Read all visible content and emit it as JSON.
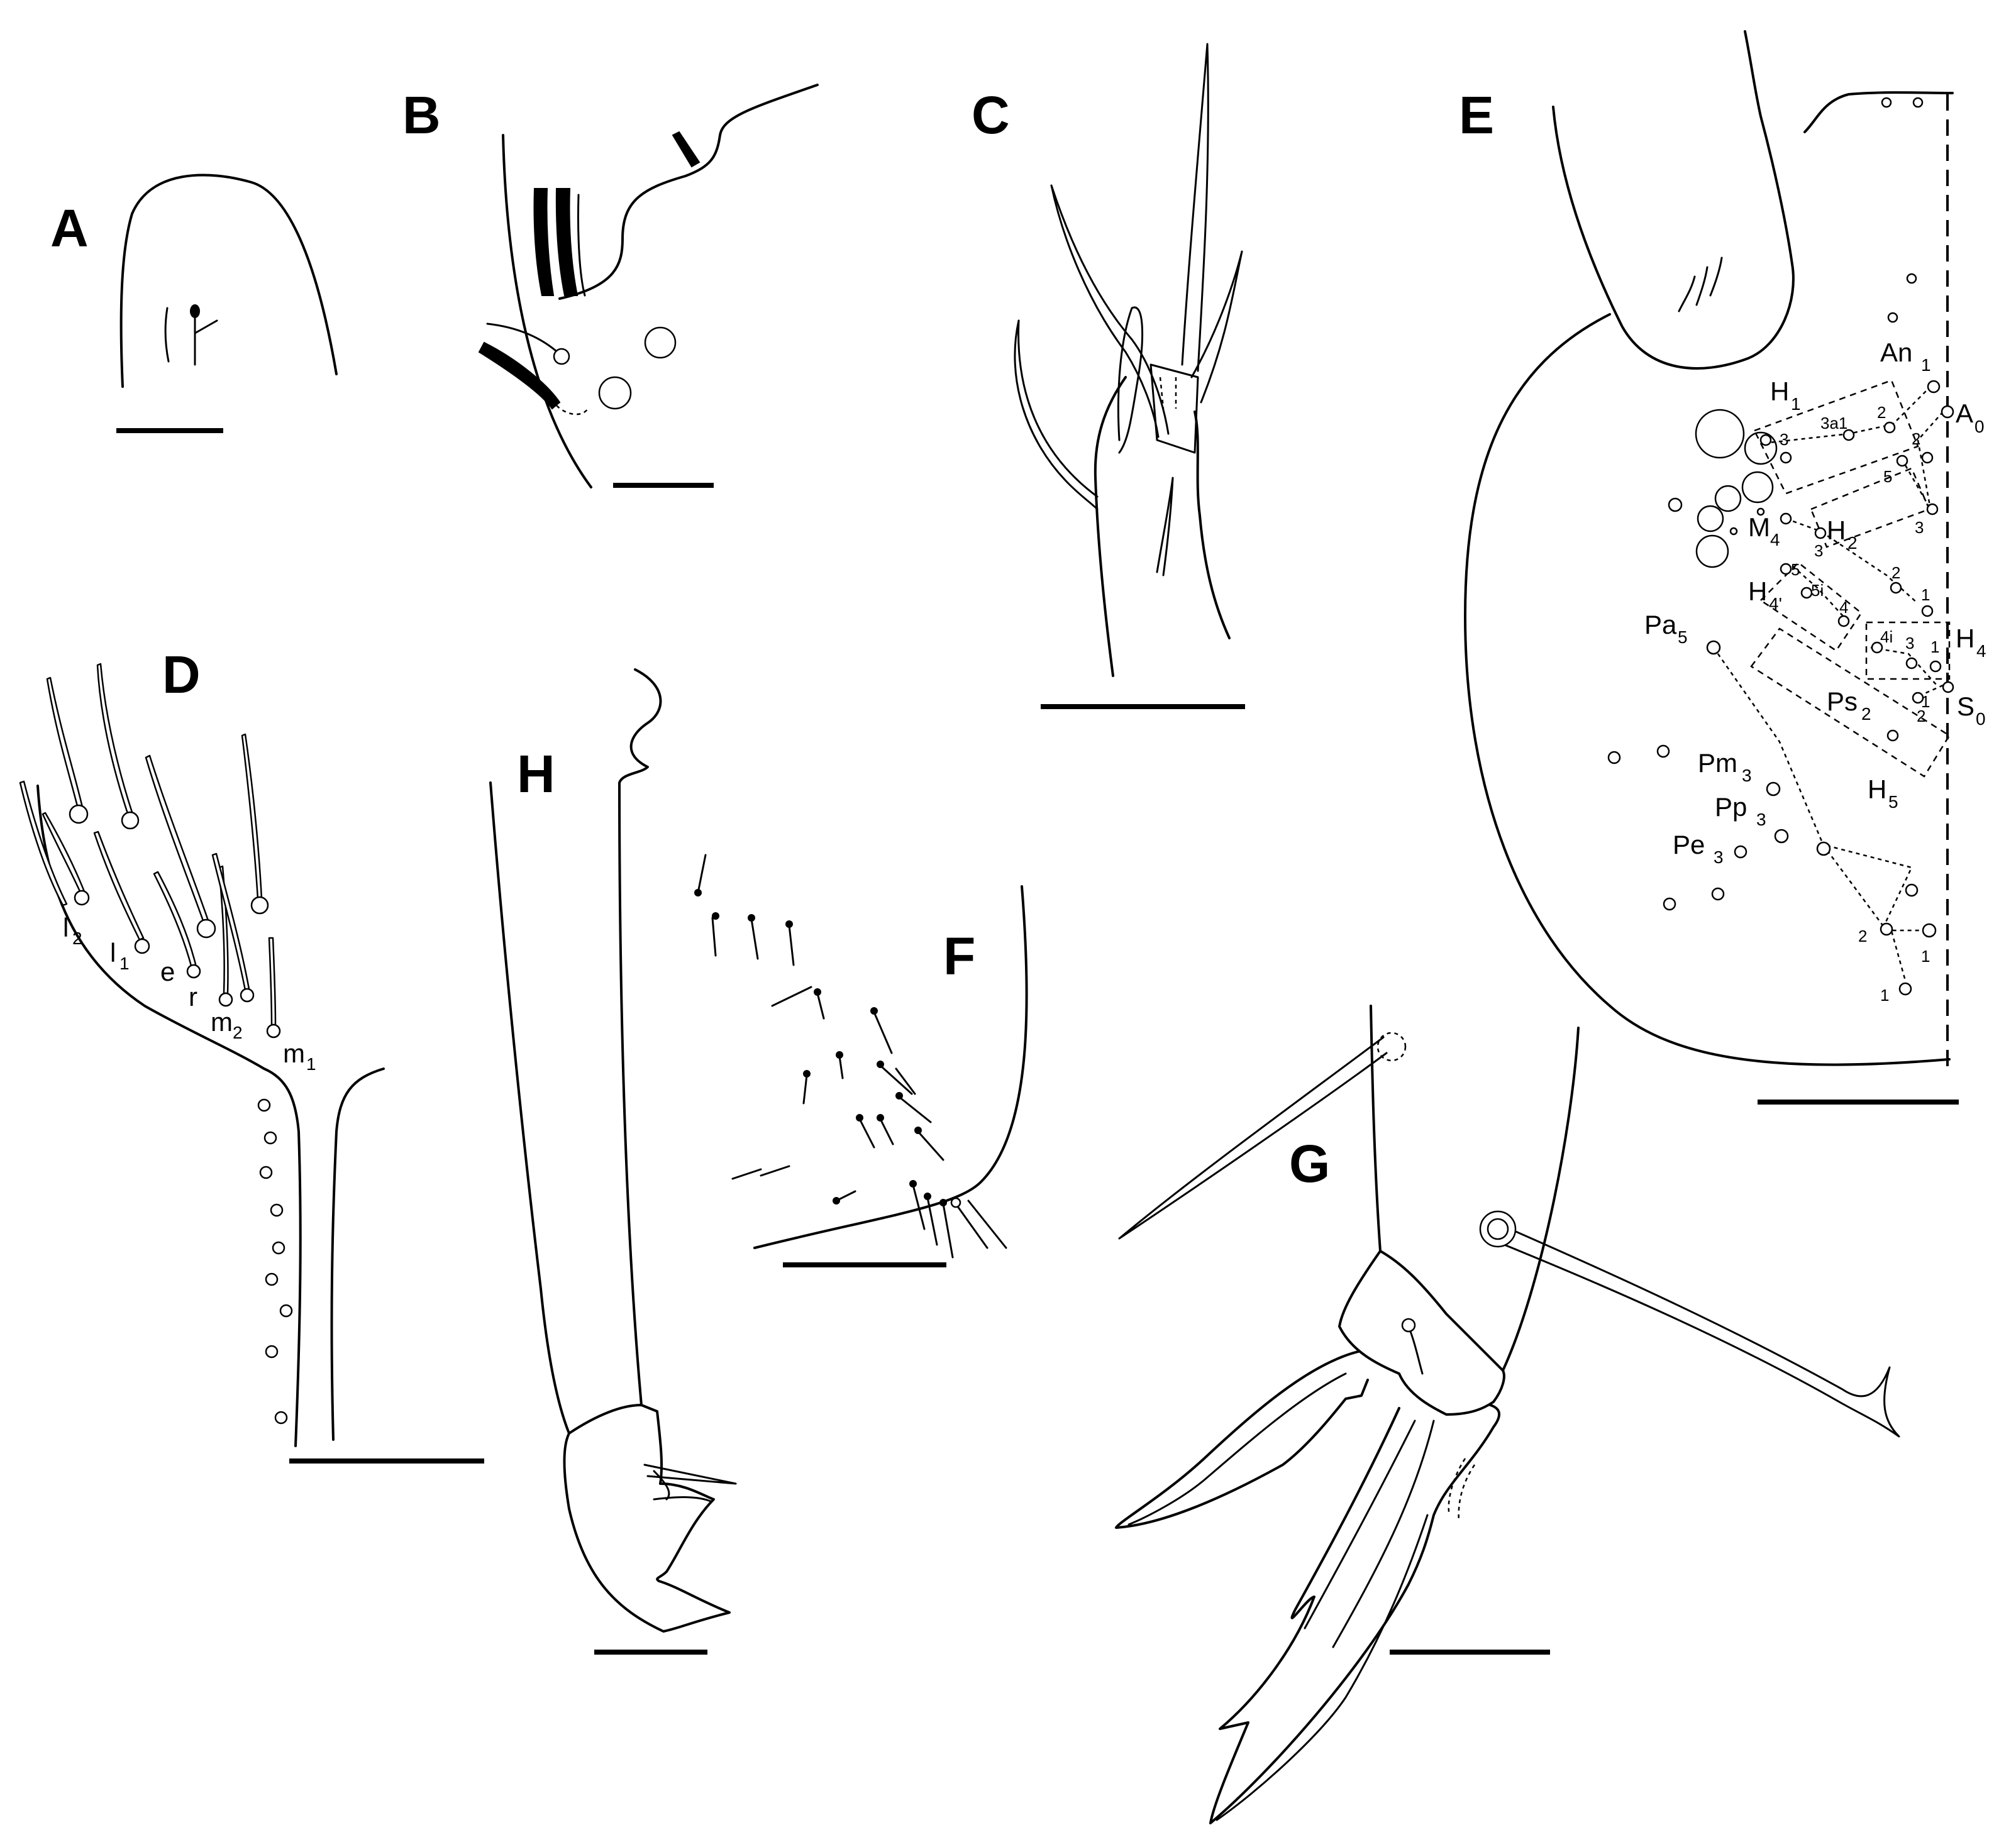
{
  "panels": {
    "A": {
      "letter": "A"
    },
    "B": {
      "letter": "B"
    },
    "C": {
      "letter": "C"
    },
    "D": {
      "letter": "D",
      "labels": {
        "l2": "l",
        "l2_sub": "2",
        "l1": "l",
        "l1_sub": "1",
        "e": "e",
        "r": "r",
        "m2": "m",
        "m2_sub": "2",
        "m1": "m",
        "m1_sub": "1"
      }
    },
    "E": {
      "letter": "E",
      "labels": {
        "An1": "An",
        "An1_sub": "1",
        "A0": "A",
        "A0_sub": "0",
        "H1": "H",
        "H1_sub": "1",
        "H2": "H",
        "H2_sub": "2",
        "H4p": "H",
        "H4p_sub": "4'",
        "H4": "H",
        "H4_sub": "4",
        "H5": "H",
        "H5_sub": "5",
        "M4": "M",
        "M4_sub": "4",
        "Pa5": "Pa",
        "Pa5_sub": "5",
        "Ps2": "Ps",
        "Ps2_sub": "2",
        "S0": "S",
        "S0_sub": "0",
        "Pm3": "Pm",
        "Pm3_sub": "3",
        "Pp3": "Pp",
        "Pp3_sub": "3",
        "Pe3": "Pe",
        "Pe3_sub": "3",
        "n_3a1": "3a1",
        "n_2a": "2",
        "n_3a": "3",
        "n_2b": "2",
        "n_5a": "5",
        "n_3b": "3",
        "n_3c": "3",
        "n_2c": "2",
        "n_1a": "1",
        "n_5b": "5",
        "n_5i": "5i",
        "n_4": "4",
        "n_4i": "4i",
        "n_3d": "3",
        "n_1b": "1",
        "n_1c": "1",
        "n_2d": "2",
        "n_2e": "2",
        "n_1d": "1",
        "n_1e": "1"
      }
    },
    "F": {
      "letter": "F"
    },
    "G": {
      "letter": "G"
    },
    "H": {
      "letter": "H"
    }
  }
}
